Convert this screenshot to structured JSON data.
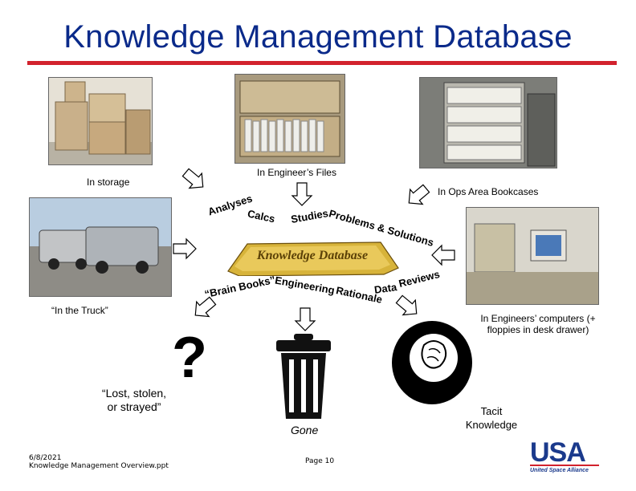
{
  "slide": {
    "title": "Knowledge Management Database",
    "labels": {
      "storage": "In storage",
      "engineer_files": "In Engineer’s Files",
      "ops_bookcases": "In Ops Area Bookcases",
      "truck": "“In the Truck”",
      "computers": "In Engineers’ computers (+ floppies in desk drawer)",
      "lost": "“Lost, stolen, or strayed”",
      "gone": "Gone",
      "tacit": "Tacit Knowledge",
      "question": "?"
    },
    "arc_words": {
      "analyses": "Analyses",
      "calcs": "Calcs",
      "studies": "Studies",
      "problems": "Problems & Solutions",
      "brain_books": "“Brain Books”",
      "engineering": "Engineering",
      "rationale": "Rationale",
      "data": "Data",
      "reviews": "Reviews"
    },
    "center_logo": "Knowledge Database",
    "footer": {
      "date": "6/8/2021",
      "filename": "Knowledge Management Overview.ppt",
      "page": "Page 10"
    },
    "logo": {
      "mark": "USA",
      "caption": "United Space Alliance",
      "color": "#1b3a8c",
      "accent": "#d2222d"
    }
  }
}
